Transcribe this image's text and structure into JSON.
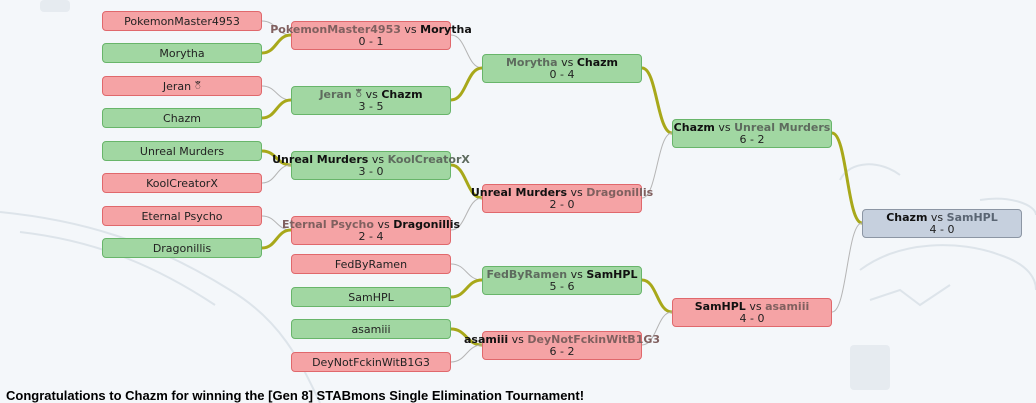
{
  "players": {
    "p1": "PokemonMaster4953",
    "p2": "Morytha",
    "p3": "Jeran 𑄀",
    "p4": "Chazm",
    "p5": "Unreal Murders",
    "p6": "KoolCreatorX",
    "p7": "Eternal Psycho",
    "p8": "Dragonillis",
    "p9": "FedByRamen",
    "p10": "SamHPL",
    "p11": "asamiii",
    "p12": "DeyNotFckinWitB1G3"
  },
  "round1": [
    {
      "left": "PokemonMaster4953",
      "vs": "vs",
      "right": "Morytha",
      "winner": "right",
      "score": "0 - 1"
    },
    {
      "left": "Jeran 𑄀",
      "vs": "vs",
      "right": "Chazm",
      "winner": "right",
      "score": "3 - 5"
    },
    {
      "left": "Unreal Murders",
      "vs": "vs",
      "right": "KoolCreatorX",
      "winner": "left",
      "score": "3 - 0"
    },
    {
      "left": "Eternal Psycho",
      "vs": "vs",
      "right": "Dragonillis",
      "winner": "right",
      "score": "2 - 4"
    }
  ],
  "round2": [
    {
      "left": "Morytha",
      "vs": "vs",
      "right": "Chazm",
      "winner": "right",
      "score": "0 - 4"
    },
    {
      "left": "Unreal Murders",
      "vs": "vs",
      "right": "Dragonillis",
      "winner": "left",
      "score": "2 - 0"
    },
    {
      "left": "FedByRamen",
      "vs": "vs",
      "right": "SamHPL",
      "winner": "right",
      "score": "5 - 6"
    },
    {
      "left": "asamiii",
      "vs": "vs",
      "right": "DeyNotFckinWitB1G3",
      "winner": "left",
      "score": "6 - 2"
    }
  ],
  "round3": [
    {
      "left": "Chazm",
      "vs": "vs",
      "right": "Unreal Murders",
      "winner": "left",
      "score": "6 - 2"
    },
    {
      "left": "SamHPL",
      "vs": "vs",
      "right": "asamiii",
      "winner": "left",
      "score": "4 - 0"
    }
  ],
  "final": {
    "left": "Chazm",
    "vs": "vs",
    "right": "SamHPL",
    "winner": "left",
    "score": "4 - 0"
  },
  "congrats": "Congratulations to Chazm for winning the [Gen 8] STABmons Single Elimination Tournament!",
  "colors": {
    "winner_fill": "#a1d7a2",
    "loser_fill": "#f5a3a5",
    "final_fill": "#c6d0de",
    "winner_path": "#a8a81a",
    "loser_path": "#b5b5b5"
  }
}
